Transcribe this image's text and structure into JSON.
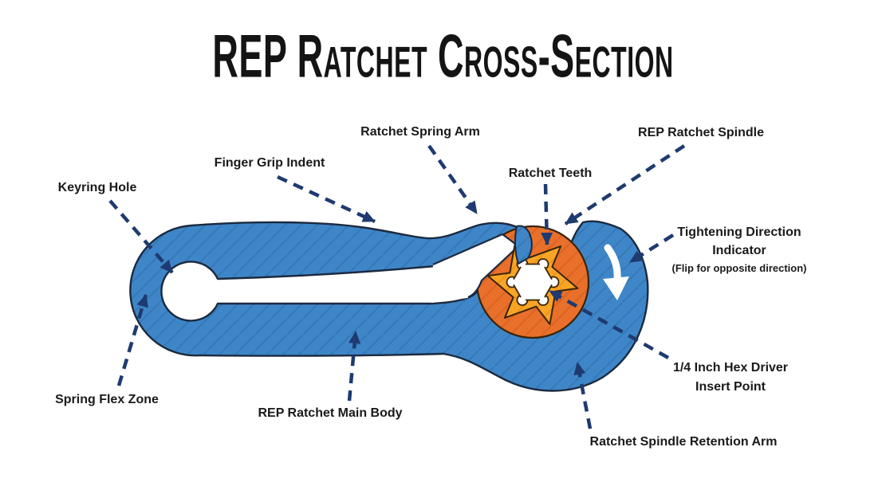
{
  "title": "REP Ratchet Cross-Section",
  "labels": {
    "keyring_hole": "Keyring Hole",
    "finger_grip_indent": "Finger Grip Indent",
    "ratchet_spring_arm": "Ratchet Spring Arm",
    "ratchet_teeth": "Ratchet Teeth",
    "rep_ratchet_spindle": "REP Ratchet Spindle",
    "tightening_direction_line1": "Tightening Direction",
    "tightening_direction_line2": "Indicator",
    "tightening_direction_note": "(Flip for opposite direction)",
    "hex_driver_line1": "1/4 Inch Hex Driver",
    "hex_driver_line2": "Insert Point",
    "retention_arm": "Ratchet Spindle Retention Arm",
    "main_body": "REP Ratchet Main Body",
    "spring_flex_zone": "Spring Flex Zone"
  },
  "colors": {
    "background": "#ffffff",
    "body_blue": "#3E86C7",
    "hatch_blue": "#2D6DAB",
    "ring_orange": "#E8702A",
    "gear_orange": "#F9A425",
    "outline_dark": "#1B2A40",
    "callout_navy": "#1F3A70",
    "text": "#1A1A1A"
  }
}
